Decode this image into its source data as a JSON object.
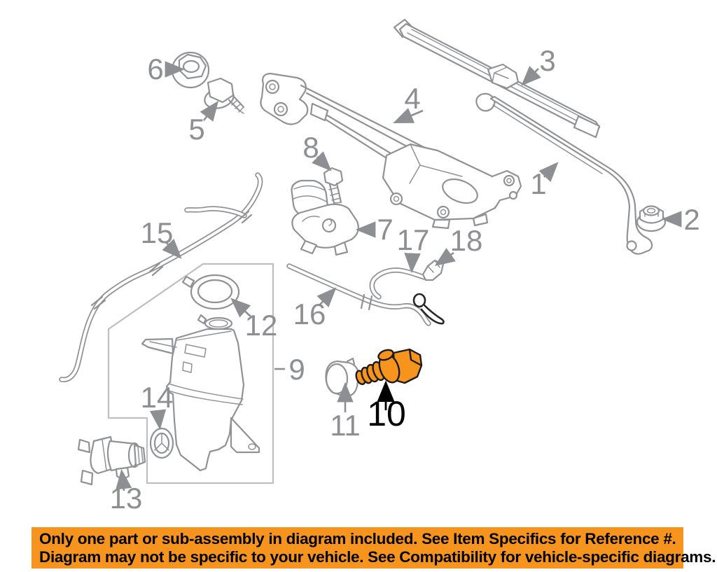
{
  "diagram": {
    "type": "parts-diagram",
    "callouts": [
      {
        "number": "1"
      },
      {
        "number": "2"
      },
      {
        "number": "3"
      },
      {
        "number": "4"
      },
      {
        "number": "5"
      },
      {
        "number": "6"
      },
      {
        "number": "7"
      },
      {
        "number": "8"
      },
      {
        "number": "9"
      },
      {
        "number": "10",
        "highlighted": true
      },
      {
        "number": "11"
      },
      {
        "number": "12"
      },
      {
        "number": "13"
      },
      {
        "number": "14"
      },
      {
        "number": "15"
      },
      {
        "number": "16"
      },
      {
        "number": "17"
      },
      {
        "number": "18"
      }
    ],
    "highlighted_part_number": "10",
    "colors": {
      "line": "#909295",
      "label": "#8d8f92",
      "reference_box": "#bdbfc1",
      "highlight_fill": "#F7941D",
      "highlight_outline": "#1a1a1a",
      "highlight_label": "#000000"
    }
  },
  "banner": {
    "background": "#F7941D",
    "text_color": "#000000",
    "line1": "Only one part or sub-assembly in diagram included. See Item Specifics for Reference #.",
    "line2": "Diagram may not be specific to your vehicle. See Compatibility for vehicle-specific diagrams."
  }
}
